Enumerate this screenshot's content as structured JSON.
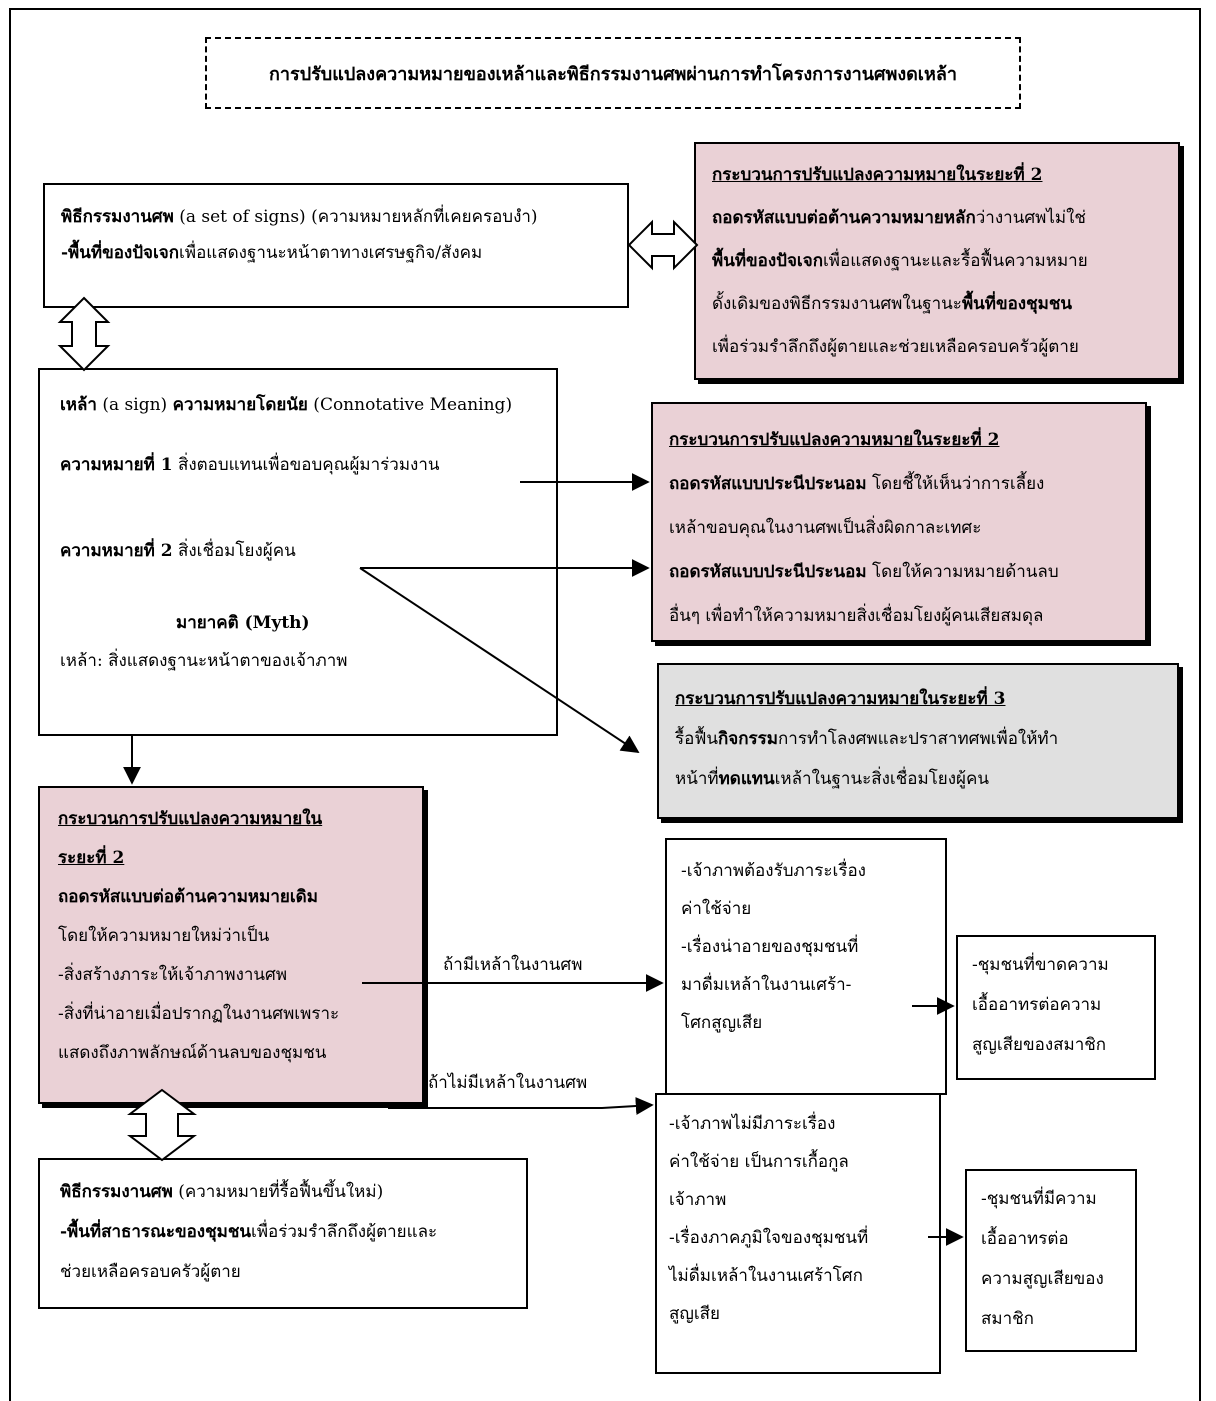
{
  "title": "การปรับแปลงความหมายของเหล้าและพิธีกรรมงานศพผ่านการทำโครงการงานศพงดเหล้า",
  "box_funeral_ritual": {
    "line1_bold": "พิธีกรรมงานศพ",
    "line1_rest": " (a set of signs) (ความหมายหลักที่เคยครอบงำ)",
    "line2_bold": "-พื้นที่ของปัจเจก",
    "line2_rest": "เพื่อแสดงฐานะหน้าตาทางเศรษฐกิจ/สังคม"
  },
  "box_alcohol_sign": {
    "l1_b1": "เหล้า",
    "l1_t1": " (a sign) ",
    "l1_b2": "ความหมายโดยนัย",
    "l1_t2": " (Connotative Meaning)",
    "l2_b": "ความหมายที่ 1",
    "l2_t": "  สิ่งตอบแทนเพื่อขอบคุณผู้มาร่วมงาน",
    "l3_b": "ความหมายที่ 2",
    "l3_t": "  สิ่งเชื่อมโยงผู้คน",
    "myth": "มายาคติ (Myth)",
    "myth_text": "เหล้า:  สิ่งแสดงฐานะหน้าตาของเจ้าภาพ"
  },
  "box_stage2_top": {
    "heading": "กระบวนการปรับแปลงความหมายในระยะที่ 2",
    "l1_b": "ถอดรหัสแบบต่อต้านความหมายหลัก",
    "l1_t": "ว่างานศพไม่ใช่",
    "l2_b": "พื้นที่ของปัจเจก",
    "l2_t": "เพื่อแสดงฐานะและรื้อฟื้นความหมาย",
    "l3_t": "ดั้งเดิมของพิธีกรรมงานศพในฐานะ",
    "l3_b": "พื้นที่ของชุมชน",
    "l4_t": "เพื่อร่วมรำลึกถึงผู้ตายและช่วยเหลือครอบครัวผู้ตาย"
  },
  "box_stage2_mid": {
    "heading": "กระบวนการปรับแปลงความหมายในระยะที่ 2",
    "l1_b": "ถอดรหัสแบบประนีประนอม",
    "l1_t": " โดยชี้ให้เห็นว่าการเลี้ยง",
    "l2_t": "เหล้าขอบคุณในงานศพเป็นสิ่งผิดกาละเทศะ",
    "l3_b": "ถอดรหัสแบบประนีประนอม",
    "l3_t": " โดยให้ความหมายด้านลบ",
    "l4_t": "อื่นๆ เพื่อทำให้ความหมายสิ่งเชื่อมโยงผู้คนเสียสมดุล"
  },
  "box_stage3": {
    "heading": "กระบวนการปรับแปลงความหมายในระยะที่ 3",
    "l1_t1": "รื้อฟื้น",
    "l1_b": "กิจกรรม",
    "l1_t2": "การทำโลงศพและปราสาทศพเพื่อให้ทำ",
    "l2_t1": "หน้าที่",
    "l2_b": "ทดแทน",
    "l2_t2": "เหล้าในฐานะสิ่งเชื่อมโยงผู้คน"
  },
  "box_stage2_left": {
    "heading1": "กระบวนการปรับแปลงความหมายใน",
    "heading2": "ระยะที่ 2",
    "l1_b": "ถอดรหัสแบบต่อต้านความหมายเดิม",
    "l2": "โดยให้ความหมายใหม่ว่าเป็น",
    "l3": "-สิ่งสร้างภาระให้เจ้าภาพงานศพ",
    "l4": "-สิ่งที่น่าอายเมื่อปรากฏในงานศพเพราะ",
    "l5": "แสดงถึงภาพลักษณ์ด้านลบของชุมชน"
  },
  "box_new_ritual": {
    "l1_b": "พิธีกรรมงานศพ",
    "l1_t": " (ความหมายที่รื้อฟื้นขึ้นใหม่)",
    "l2_b": "-พื้นที่สาธารณะของชุมชน",
    "l2_t": "เพื่อร่วมรำลึกถึงผู้ตายและ",
    "l3": "ช่วยเหลือครอบครัวผู้ตาย"
  },
  "label_with_alcohol": "ถ้ามีเหล้าในงานศพ",
  "label_without_alcohol": "ถ้าไม่มีเหล้าในงานศพ",
  "box_with_outcome": {
    "l1": "-เจ้าภาพต้องรับภาระเรื่อง",
    "l2": " ค่าใช้จ่าย",
    "l3": "-เรื่องน่าอายของชุมชนที่",
    "l4": "  มาดื่มเหล้าในงานเศร้า-",
    "l5": "โศกสูญเสีย"
  },
  "box_with_result": {
    "l1": "-ชุมชนที่ขาดความ",
    "l2": "เอื้ออาทรต่อความ",
    "l3": "สูญเสียของสมาชิก"
  },
  "box_without_outcome": {
    "l1": "-เจ้าภาพไม่มีภาระเรื่อง",
    "l2": "ค่าใช้จ่าย เป็นการเกื้อกูล",
    "l3": "เจ้าภาพ",
    "l4": "-เรื่องภาคภูมิใจของชุมชนที่",
    "l5": "ไม่ดื่มเหล้าในงานเศร้าโศก",
    "l6": "สูญเสีย"
  },
  "box_without_result": {
    "l1": "-ชุมชนที่มีความ",
    "l2": "เอื้ออาทรต่อ",
    "l3": "ความสูญเสียของ",
    "l4": "สมาชิก"
  }
}
